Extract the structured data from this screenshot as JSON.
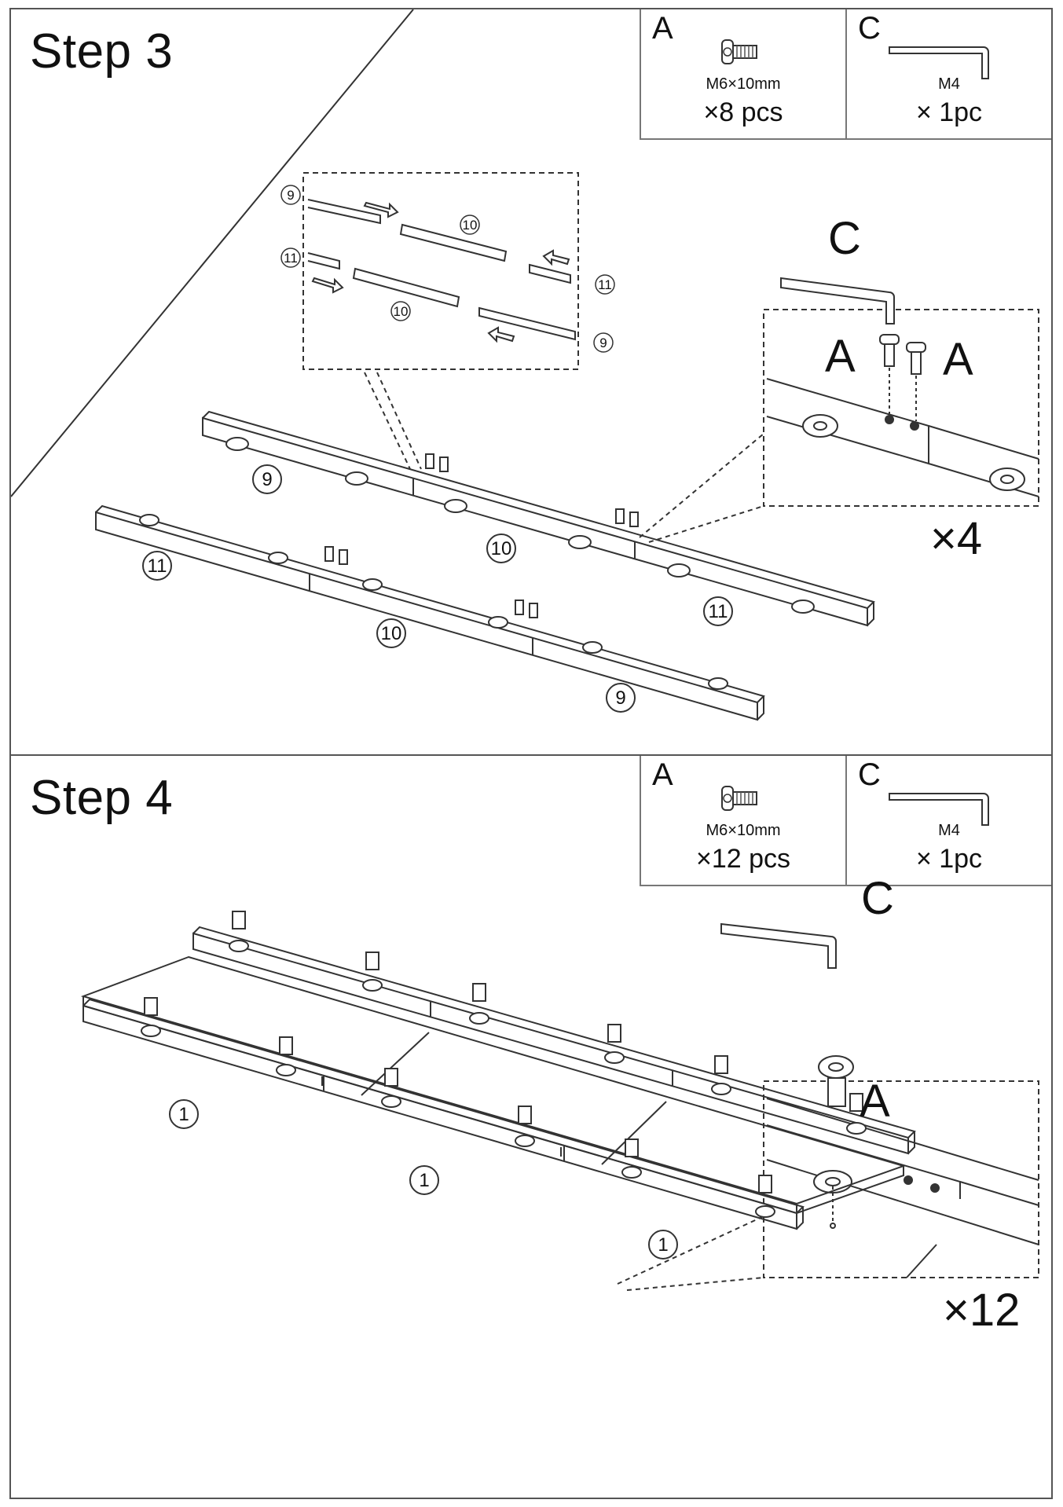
{
  "step3": {
    "title": "Step 3",
    "parts": [
      {
        "letter": "A",
        "icon": "screw-icon",
        "size": "M6×10mm",
        "qty": "×8 pcs"
      },
      {
        "letter": "C",
        "icon": "hex-key-icon",
        "size": "M4",
        "qty": "× 1pc"
      }
    ],
    "callout": {
      "tool": "C",
      "screw_left": "A",
      "screw_right": "A",
      "multiplier": "×4"
    },
    "labels": [
      "9",
      "10",
      "11",
      "11",
      "10",
      "9"
    ],
    "inset_labels": [
      "9",
      "10",
      "11",
      "11",
      "10",
      "9"
    ]
  },
  "step4": {
    "title": "Step 4",
    "parts": [
      {
        "letter": "A",
        "icon": "screw-icon",
        "size": "M6×10mm",
        "qty": "×12 pcs"
      },
      {
        "letter": "C",
        "icon": "hex-key-icon",
        "size": "M4",
        "qty": "× 1pc"
      }
    ],
    "callout": {
      "tool": "C",
      "screw": "A",
      "multiplier": "×12"
    },
    "labels": [
      "1",
      "1",
      "1"
    ]
  }
}
